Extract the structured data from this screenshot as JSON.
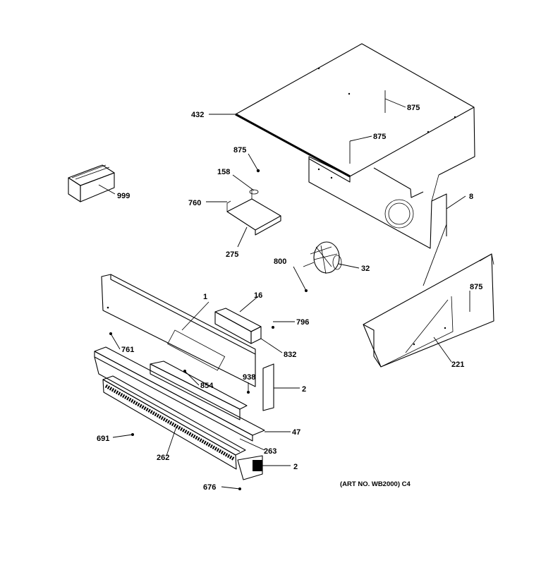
{
  "callouts": {
    "c875a": "875",
    "c432": "432",
    "c875b": "875",
    "c875c": "875",
    "c158": "158",
    "c999": "999",
    "c760": "760",
    "c275": "275",
    "c8": "8",
    "c800": "800",
    "c32": "32",
    "c1": "1",
    "c16": "16",
    "c796": "796",
    "c875d": "875",
    "c761": "761",
    "c832": "832",
    "c938": "938",
    "c2a": "2",
    "c854": "854",
    "c221": "221",
    "c47": "47",
    "c691": "691",
    "c263": "263",
    "c262": "262",
    "c2b": "2",
    "c676": "676"
  },
  "art_number": "(ART NO. WB2000) C4"
}
